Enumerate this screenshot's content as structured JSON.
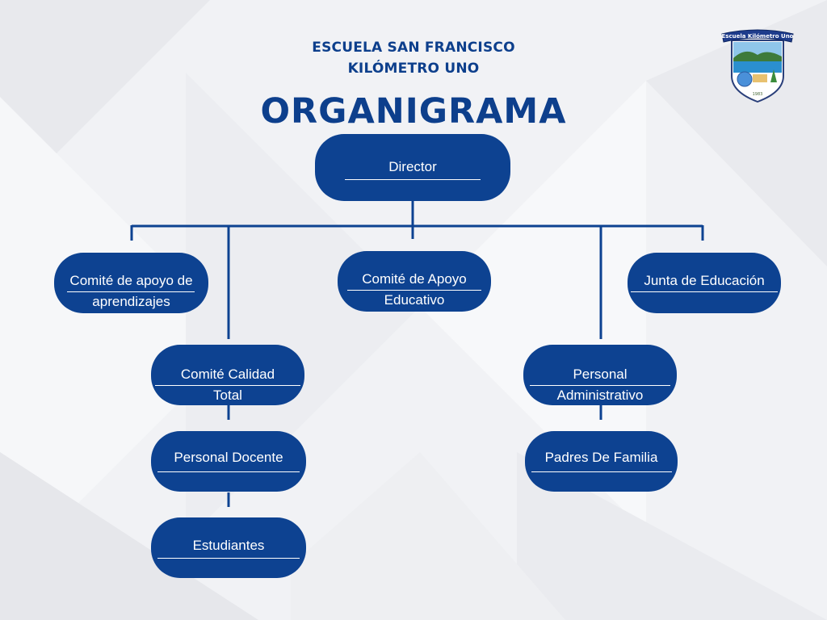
{
  "header": {
    "school_line_1": "ESCUELA SAN FRANCISCO",
    "school_line_2": "KILÓMETRO UNO",
    "title": "ORGANIGRAMA"
  },
  "logo": {
    "banner_text": "Escuela Kilómetro Uno",
    "icon": "school-crest-icon"
  },
  "org": {
    "director": "Director",
    "comite_apoyo_aprendizajes": "Comité de apoyo de aprendizajes",
    "comite_apoyo_educativo": "Comité de Apoyo Educativo",
    "junta_educacion": "Junta de Educación",
    "comite_calidad_total": "Comité Calidad Total",
    "personal_administrativo": "Personal Administrativo",
    "personal_docente": "Personal Docente",
    "padres_familia": "Padres De Familia",
    "estudiantes": "Estudiantes"
  },
  "colors": {
    "node_fill": "#0d4291",
    "title_text": "#0d3f8c",
    "background": "#f1f2f5"
  }
}
